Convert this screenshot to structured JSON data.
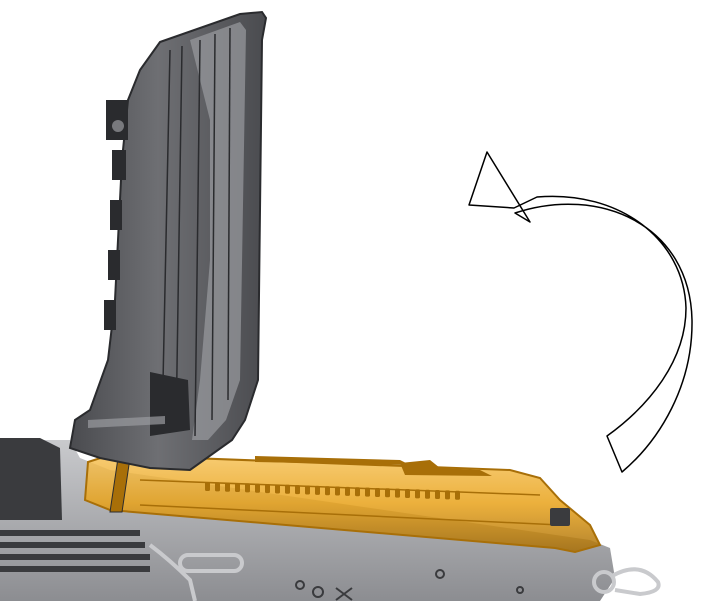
{
  "figure": {
    "background": "#ffffff",
    "colors": {
      "cover_dark": "#4a4b4f",
      "cover_mid": "#6e6f73",
      "cover_light": "#9a9b9f",
      "cover_edge": "#2a2b2e",
      "receiver_gray": "#8c8d91",
      "receiver_light": "#c9cacd",
      "receiver_edge": "#3a3b3e",
      "highlight_orange": "#e8a21a",
      "highlight_orange_light": "#f6c35a",
      "highlight_orange_dark": "#a86f08",
      "arrow_stroke": "#000000",
      "arrow_fill": "#ffffff"
    },
    "parts": {
      "raised_cover": "dust-cover-raised",
      "highlighted_cover": "dust-cover-closed-highlighted",
      "receiver": "receiver-body",
      "rotation_arrow": "curved-rotation-arrow"
    },
    "arrow_direction": "counterclockwise"
  }
}
